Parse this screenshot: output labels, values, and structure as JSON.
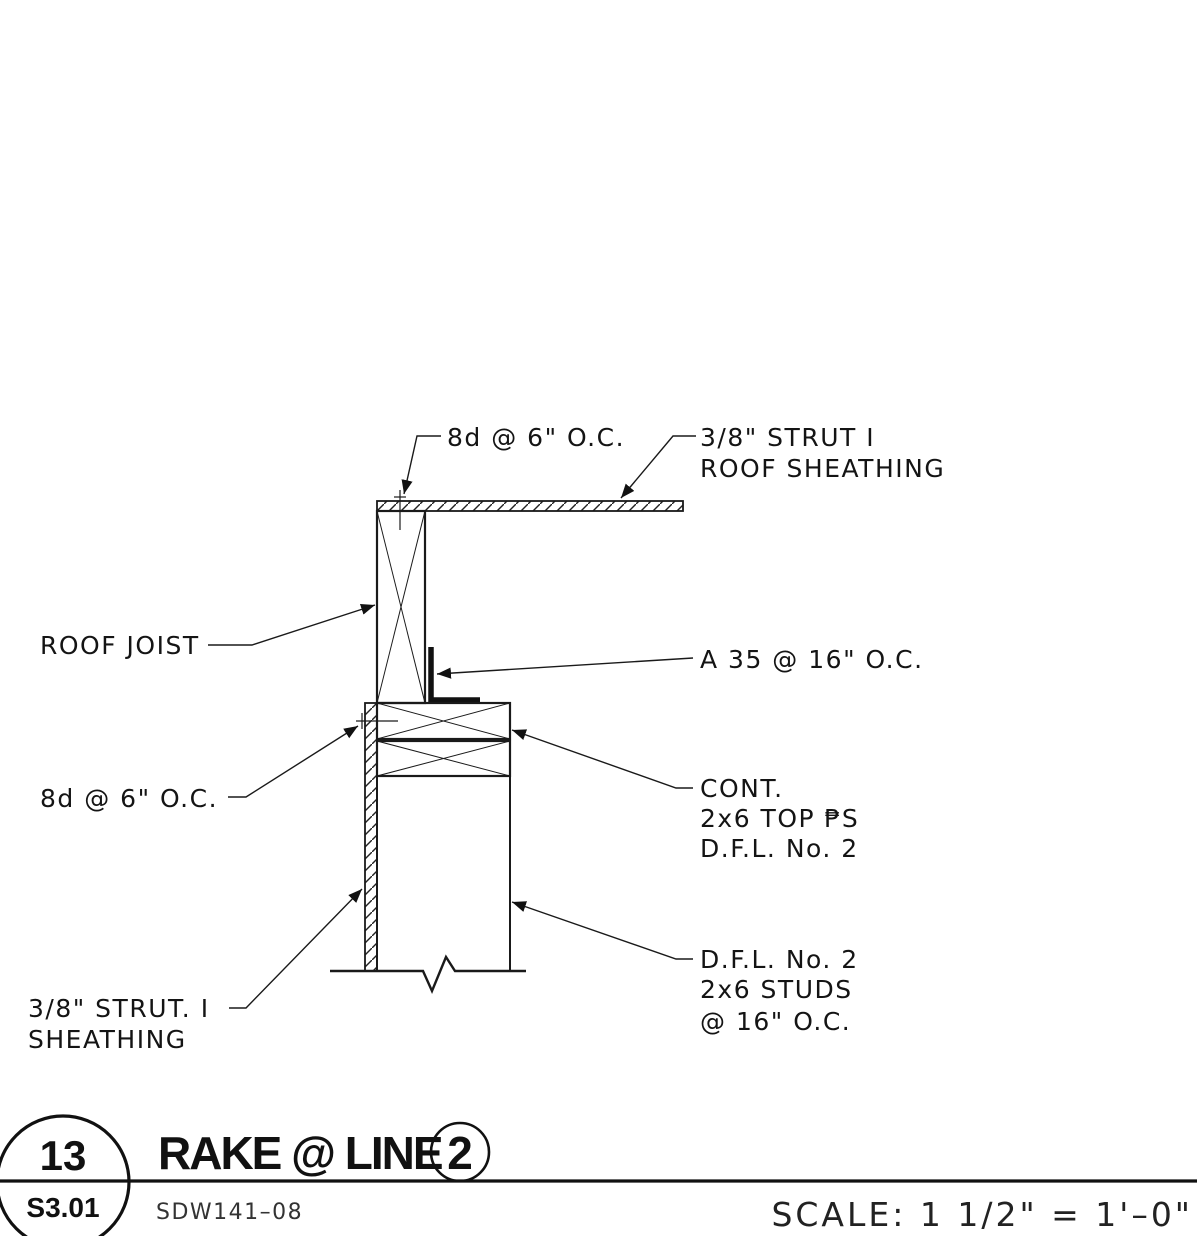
{
  "detail": {
    "number": "13",
    "sheet": "S3.01",
    "title": "RAKE @ LINE",
    "line_marker": "2",
    "drawing_id": "SDW141–08",
    "scale": "SCALE:  1 1/2\"  =  1'–0\""
  },
  "callouts": {
    "nailing_top": "8d @ 6\" O.C.",
    "roof_sheathing_1": "3/8\" STRUT I",
    "roof_sheathing_2": "ROOF SHEATHING",
    "roof_joist": "ROOF JOIST",
    "clip": "A 35 @ 16\" O.C.",
    "nailing_side": "8d @ 6\" O.C.",
    "top_plates_1": "CONT.",
    "top_plates_2": "2x6 TOP ₱S",
    "top_plates_3": "D.F.L. No. 2",
    "wall_sheathing_1": "3/8\" STRUT. I",
    "wall_sheathing_2": "SHEATHING",
    "studs_1": "D.F.L. No. 2",
    "studs_2": "2x6 STUDS",
    "studs_3": "@ 16\" O.C."
  }
}
